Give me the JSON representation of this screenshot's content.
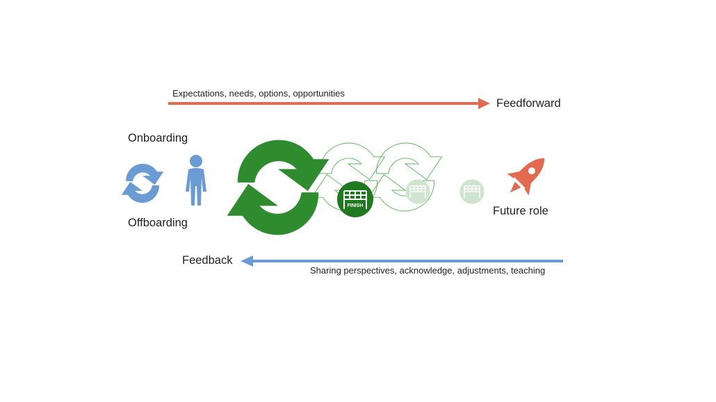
{
  "feedforward": {
    "caption": "Expectations, needs, options, opportunities",
    "label": "Feedforward",
    "color": "#E26B4F"
  },
  "feedback": {
    "caption": "Sharing perspectives, acknowledge, adjustments, teaching",
    "label": "Feedback",
    "color": "#6A9BD2"
  },
  "left_cycle": {
    "top_label": "Onboarding",
    "bottom_label": "Offboarding",
    "cycle_color": "#6A9BD2",
    "person_icon": "person-icon",
    "person_color": "#6A9BD2"
  },
  "main_cycle": {
    "color": "#2E8B2E",
    "finish_icon": "finish-line-icon",
    "finish_text": "FINISH",
    "finish_count": 3,
    "outline_color": "#5BB55B"
  },
  "future": {
    "label": "Future role",
    "icon": "rocket-icon",
    "color": "#E26B4F"
  }
}
